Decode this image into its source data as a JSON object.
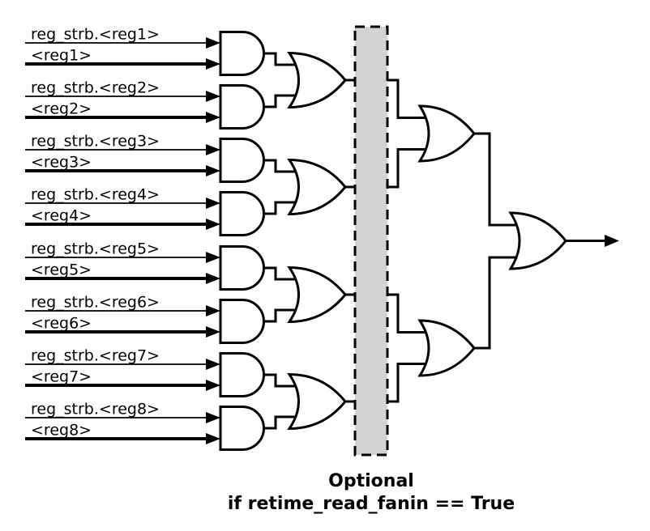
{
  "diagram": {
    "inputs": [
      {
        "strobe": "reg_strb.<reg1>",
        "value": "<reg1>"
      },
      {
        "strobe": "reg_strb.<reg2>",
        "value": "<reg2>"
      },
      {
        "strobe": "reg_strb.<reg3>",
        "value": "<reg3>"
      },
      {
        "strobe": "reg_strb.<reg4>",
        "value": "<reg4>"
      },
      {
        "strobe": "reg_strb.<reg5>",
        "value": "<reg5>"
      },
      {
        "strobe": "reg_strb.<reg6>",
        "value": "<reg6>"
      },
      {
        "strobe": "reg_strb.<reg7>",
        "value": "<reg7>"
      },
      {
        "strobe": "reg_strb.<reg8>",
        "value": "<reg8>"
      }
    ],
    "caption": {
      "line1": "Optional",
      "line2": "if retime_read_fanin == True"
    },
    "colors": {
      "ink": "#000000",
      "paper": "#ffffff",
      "optional-fill": "#d3d3d3"
    }
  }
}
